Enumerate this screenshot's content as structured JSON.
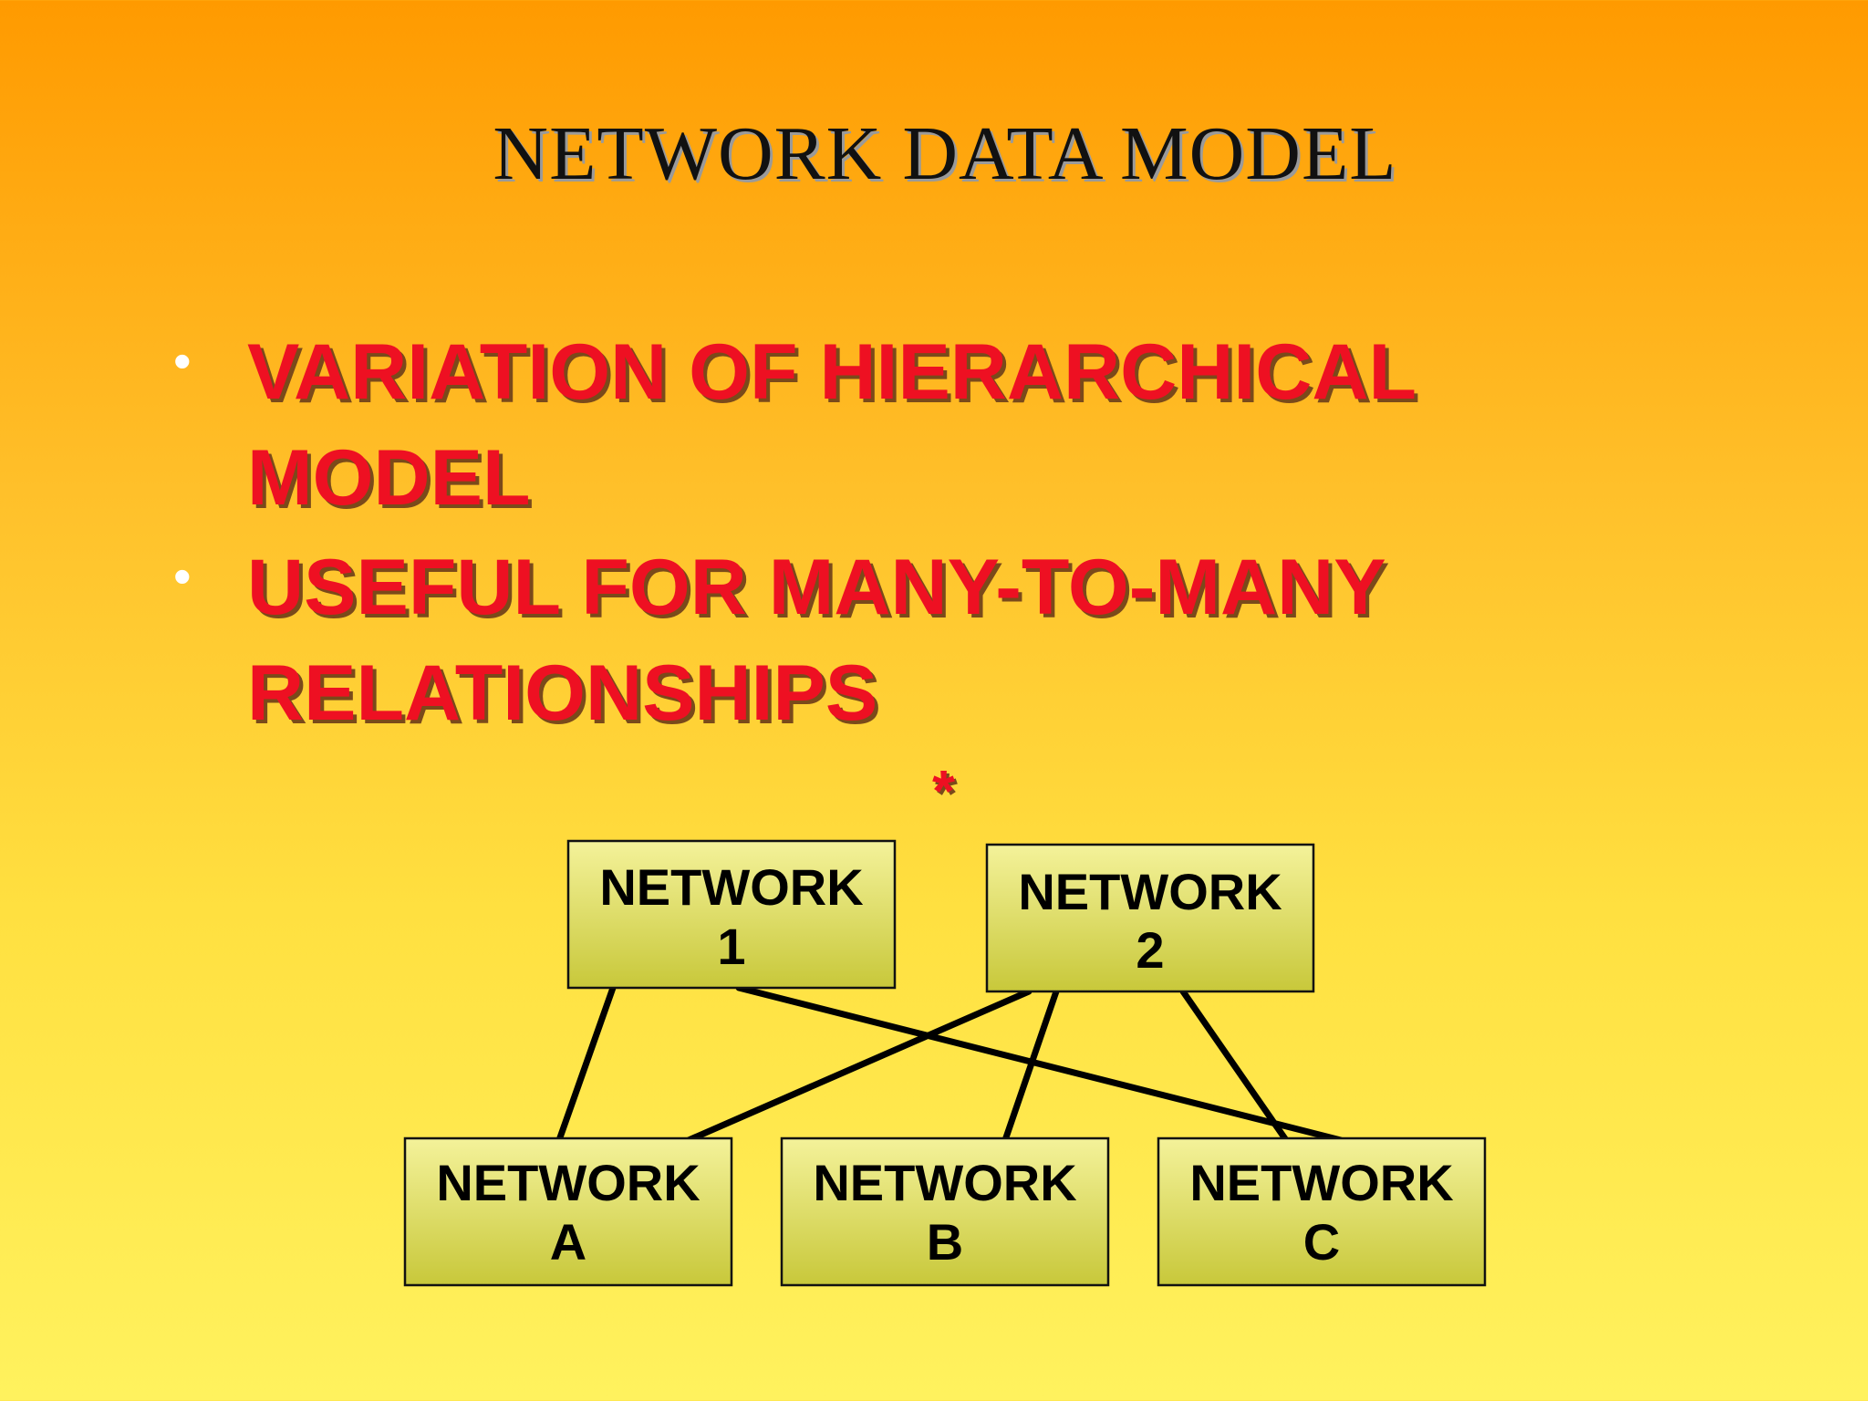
{
  "slide": {
    "title": "NETWORK DATA MODEL",
    "bullets": [
      "VARIATION OF HIERARCHICAL MODEL",
      "USEFUL FOR MANY-TO-MANY RELATIONSHIPS"
    ],
    "marker": "*"
  },
  "diagram": {
    "nodes": [
      {
        "id": "n1",
        "line1": "NETWORK",
        "line2": "1"
      },
      {
        "id": "n2",
        "line1": "NETWORK",
        "line2": "2"
      },
      {
        "id": "na",
        "line1": "NETWORK",
        "line2": "A"
      },
      {
        "id": "nb",
        "line1": "NETWORK",
        "line2": "B"
      },
      {
        "id": "nc",
        "line1": "NETWORK",
        "line2": "C"
      }
    ],
    "edges": [
      {
        "from": "n1",
        "to": "na"
      },
      {
        "from": "n1",
        "to": "nc"
      },
      {
        "from": "n2",
        "to": "na"
      },
      {
        "from": "n2",
        "to": "nb"
      },
      {
        "from": "n2",
        "to": "nc"
      }
    ]
  },
  "colors": {
    "bullet_text": "#ee1022",
    "box_fill_top": "#f4f29a",
    "box_fill_bottom": "#c8c83a"
  }
}
